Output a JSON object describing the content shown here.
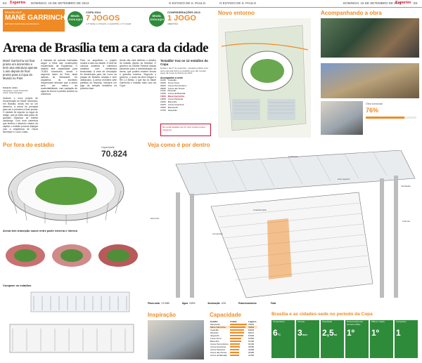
{
  "topbar": {
    "left_page": "E4",
    "brand": "Esportes",
    "left_date": "DOMINGO, 15 DE SETEMBRO DE 2013",
    "center_left": "O ESTADO DE S. PAULO",
    "center_right": "O ESTADO DE S. PAULO",
    "right_date": "DOMINGO, 15 DE SETEMBRO DE 2013",
    "right_page": "E5"
  },
  "header": {
    "city": "BRASÍLIA/DF",
    "stadium": "MANÉ GARRINCHA",
    "stadium_sub": "ESTÁDIO NACIONAL DE BRASÍLIA",
    "badge1": "BRASIL JOGA AQUI",
    "copa_label": "COPA 2014",
    "copa_games": "7 JOGOS",
    "copa_detail": "4 1ª FASE | 1 OITAVAS | 1 QUARTAS | 1 3º LUGAR",
    "badge2": "BRASIL JOGA AQUI",
    "conf_label": "CONFEDERAÇÕES 2013",
    "conf_games": "1 JOGO",
    "conf_detail": "ABERTURA"
  },
  "headline": "Arena de Brasília tem a cara da cidade",
  "lead": "Mané Garrincha vai ficar pronto em dezembro e terá uma estrutura apenas 1 ano depois de ficar pronto para a Copa do Mundo no País",
  "byline": {
    "author": "Eduardo Jobin",
    "roles": "Infografia: Lucas Tessarolo",
    "photos": "Fotos: Dida Sampaio"
  },
  "columns": [
    "Quando o novo projeto de reconstrução do Mané Garrincha, em Brasília, ainda era só um desenho, a arena foi pensada para ser a primeira a ficar pronta. O estádio foi erguido no lugar do antigo, que já havia sido palco de grandes clássicos do futebol candango. Com uma cobertura que lembra o desenho urbano da capital, o estádio procura dialogar com a arquitetura de Oscar Niemeyer e Lúcio Costa.",
    "A fachada de colunas inclinadas segue a linha das construções modernistas da Esplanada. O estádio terá capacidade para 70.824 torcedores, sendo o segundo maior do País, atrás apenas do Maracanã. Os arquitetos do escritório responsável afirmam que a arena será um marco da sustentabilidade, com captação de água da chuva e painéis solares na cobertura.",
    "Para os arquitetos, o projeto mostra a cara da cidade. O anel de colunas sustenta a cobertura metálica com membrana tensionada. A área de circulação foi desenhada para ser como as praças de Brasília, amplas e sem obstáculos. A arena receberá sete partidas do Mundial, inclusive um jogo da seleção brasileira na primeira fase.",
    "Ainda não está definido o destino do estádio depois do Mundial. O governo do Distrito Federal estuda parcerias para a administração da arena, que poderá receber shows e grandes eventos. Segundo o governo, o custo da obra chegou a R$ 1,4 bilhão, o que faz do Mané Garrincha o estádio mais caro da Copa."
  ],
  "sidebar": {
    "title": "'Estadão' traz os 12 estádios da Copa",
    "text": "Desde o dia 1º de setembro, o Estado publica uma série especial sobre os estádios que vão receber jogos da Copa do Mundo de 2014.",
    "list_header": "Acompanhe a série",
    "items": [
      {
        "date": "01/09",
        "name": "Castelão"
      },
      {
        "date": "04/09",
        "name": "Fonte Nova"
      },
      {
        "date": "06/09",
        "name": "Arena Pernambuco"
      },
      {
        "date": "08/09",
        "name": "Arena das Dunas"
      },
      {
        "date": "11/09",
        "name": "Mineirão"
      },
      {
        "date": "13/09",
        "name": "Arena da Baixada"
      },
      {
        "date": "15/09",
        "name": "Mané Garrincha"
      },
      {
        "date": "18/09",
        "name": "Arena Pantanal"
      },
      {
        "date": "20/09",
        "name": "Beira-Rio"
      },
      {
        "date": "22/09",
        "name": "Arena Amazônia"
      },
      {
        "date": "25/09",
        "name": "Maracanã"
      },
      {
        "date": "27/09",
        "name": "Itaquerão"
      }
    ],
    "promo": "No portal estadão.com.br você confere toda a cobertura"
  },
  "sections": {
    "novo_entorno": "Novo entorno",
    "acompanhando": "Acompanhando a obra",
    "por_fora": "Por fora do estádio",
    "veja_por_dentro": "Veja como é por dentro",
    "inspiracao": "Inspiração",
    "capacidade": "Capacidade",
    "brasilia_sedes": "Brasília e as cidades-sede no período da Copa",
    "compare": "Compare os estádios",
    "transicao": "Arena tem transição suave entre parte externa e interna"
  },
  "capacity_badge": {
    "label": "Capacidade",
    "value": "70.824"
  },
  "progress": {
    "label": "Obra concluída",
    "percent": 76
  },
  "capacity_table": {
    "headers": [
      "Estádio",
      "Cidade",
      "Lugares"
    ],
    "rows": [
      {
        "name": "Maracanã",
        "value": 76804
      },
      {
        "name": "Mané Garrincha",
        "value": 70824
      },
      {
        "name": "Castelão",
        "value": 64846
      },
      {
        "name": "Mineirão",
        "value": 62547
      },
      {
        "name": "Itaquerão",
        "value": 61606
      },
      {
        "name": "Fonte Nova",
        "value": 51900
      },
      {
        "name": "Beira-Rio",
        "value": 51300
      },
      {
        "name": "Arena Pernambuco",
        "value": 46160
      },
      {
        "name": "Arena Amazônia",
        "value": 44500
      },
      {
        "name": "Arena Pantanal",
        "value": 42968
      },
      {
        "name": "Arena das Dunas",
        "value": 42086
      },
      {
        "name": "Arena da Baixada",
        "value": 41456
      }
    ]
  },
  "city_stats": [
    {
      "label": "Temperatura",
      "value": "6",
      "unit": "ºC"
    },
    {
      "label": "Chuvas",
      "value": "3",
      "unit": "mm"
    },
    {
      "label": "População",
      "value": "2,5",
      "unit": "mi"
    },
    {
      "label": "Desenvolvimento Humano (IDH)",
      "value": "1º",
      "unit": ""
    },
    {
      "label": "PIB per capita",
      "value": "1º",
      "unit": ""
    },
    {
      "label": "Campeões",
      "value": "1",
      "unit": ""
    }
  ],
  "dentro_callouts": [
    "Ventilação",
    "Cobertura",
    "Colunas",
    "Arquibancada",
    "Camarotes",
    "Estrutura",
    "Anel superior"
  ],
  "bottom_notes": [
    {
      "label": "Placa solar",
      "value": "2.5 MW"
    },
    {
      "label": "Água",
      "value": "100%"
    },
    {
      "label": "Iluminação",
      "value": "LED"
    },
    {
      "label": "Estacionamento",
      "value": ""
    },
    {
      "label": "Total",
      "value": ""
    }
  ],
  "colors": {
    "accent": "#f08a24",
    "green": "#2e8b3a",
    "brand_red": "#c8102e"
  }
}
